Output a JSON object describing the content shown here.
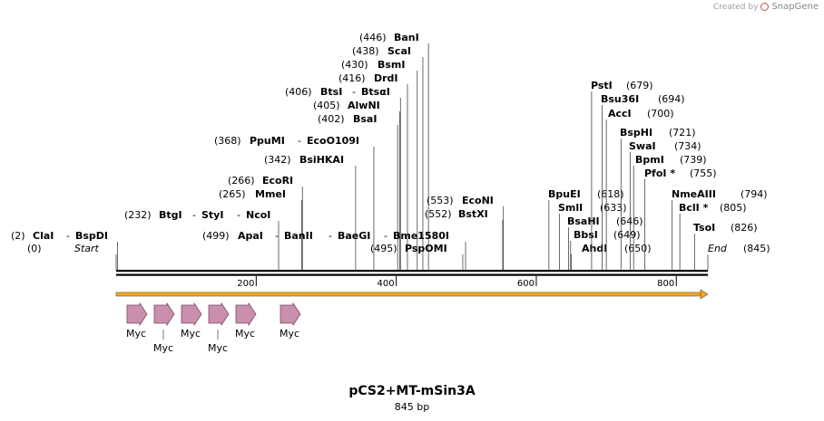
{
  "branding": {
    "created_by": "Created by",
    "product": "SnapGene"
  },
  "plasmid": {
    "name": "pCS2+MT-mSin3A",
    "length_label": "845 bp",
    "length": 845
  },
  "ruler": {
    "ticks": [
      200,
      400,
      600,
      800
    ]
  },
  "sites": [
    {
      "pos": 446,
      "pos_label": "(446)",
      "names": [
        "BanI"
      ]
    },
    {
      "pos": 438,
      "pos_label": "(438)",
      "names": [
        "ScaI"
      ]
    },
    {
      "pos": 430,
      "pos_label": "(430)",
      "names": [
        "BsmI"
      ]
    },
    {
      "pos": 416,
      "pos_label": "(416)",
      "names": [
        "DrdI"
      ]
    },
    {
      "pos": 406,
      "pos_label": "(406)",
      "names": [
        "BtsI",
        "BtsαI"
      ]
    },
    {
      "pos": 405,
      "pos_label": "(405)",
      "names": [
        "AlwNI"
      ]
    },
    {
      "pos": 402,
      "pos_label": "(402)",
      "names": [
        "BsaI"
      ]
    },
    {
      "pos": 368,
      "pos_label": "(368)",
      "names": [
        "PpuMI",
        "EcoO109I"
      ]
    },
    {
      "pos": 342,
      "pos_label": "(342)",
      "names": [
        "BsiHKAI"
      ]
    },
    {
      "pos": 266,
      "pos_label": "(266)",
      "names": [
        "EcoRI"
      ]
    },
    {
      "pos": 265,
      "pos_label": "(265)",
      "names": [
        "MmeI"
      ]
    },
    {
      "pos": 232,
      "pos_label": "(232)",
      "names": [
        "BtgI",
        "StyI",
        "NcoI"
      ]
    },
    {
      "pos": 2,
      "pos_label": "(2)",
      "names": [
        "ClaI",
        "BspDI"
      ]
    },
    {
      "pos": 0,
      "pos_label": "(0)",
      "names": [
        "Start"
      ],
      "italic": true
    },
    {
      "pos": 499,
      "pos_label": "(499)",
      "names": [
        "ApaI",
        "BanII",
        "BaeGI",
        "Bme1580I"
      ]
    },
    {
      "pos": 495,
      "pos_label": "(495)",
      "names": [
        "PspOMI"
      ]
    },
    {
      "pos": 553,
      "pos_label": "(553)",
      "names": [
        "EcoNI"
      ]
    },
    {
      "pos": 552,
      "pos_label": "(552)",
      "names": [
        "BstXI"
      ]
    },
    {
      "pos": 618,
      "pos_label": "(618)",
      "names": [
        "BpuEI"
      ]
    },
    {
      "pos": 633,
      "pos_label": "(633)",
      "names": [
        "SmlI"
      ]
    },
    {
      "pos": 646,
      "pos_label": "(646)",
      "names": [
        "BsaHI"
      ]
    },
    {
      "pos": 649,
      "pos_label": "(649)",
      "names": [
        "BbsI"
      ]
    },
    {
      "pos": 650,
      "pos_label": "(650)",
      "names": [
        "AhdI"
      ]
    },
    {
      "pos": 679,
      "pos_label": "(679)",
      "names": [
        "PstI"
      ]
    },
    {
      "pos": 694,
      "pos_label": "(694)",
      "names": [
        "Bsu36I"
      ]
    },
    {
      "pos": 700,
      "pos_label": "(700)",
      "names": [
        "AccI"
      ]
    },
    {
      "pos": 721,
      "pos_label": "(721)",
      "names": [
        "BspHI"
      ]
    },
    {
      "pos": 734,
      "pos_label": "(734)",
      "names": [
        "SwaI"
      ]
    },
    {
      "pos": 739,
      "pos_label": "(739)",
      "names": [
        "BpmI"
      ]
    },
    {
      "pos": 755,
      "pos_label": "(755)",
      "names": [
        "PfoI *"
      ]
    },
    {
      "pos": 794,
      "pos_label": "(794)",
      "names": [
        "NmeAIII"
      ]
    },
    {
      "pos": 805,
      "pos_label": "(805)",
      "names": [
        "BclI *"
      ]
    },
    {
      "pos": 826,
      "pos_label": "(826)",
      "names": [
        "TsoI"
      ]
    },
    {
      "pos": 845,
      "pos_label": "(845)",
      "names": [
        "End"
      ],
      "italic": true
    }
  ],
  "features": [
    {
      "name": "Myc"
    },
    {
      "name": "Myc"
    },
    {
      "name": "Myc"
    },
    {
      "name": "Myc"
    },
    {
      "name": "Myc"
    },
    {
      "name": "Myc"
    }
  ],
  "colors": {
    "orf_line": "#f5a623",
    "feature_fill": "#c98fac",
    "feature_stroke": "#7a4d65"
  }
}
